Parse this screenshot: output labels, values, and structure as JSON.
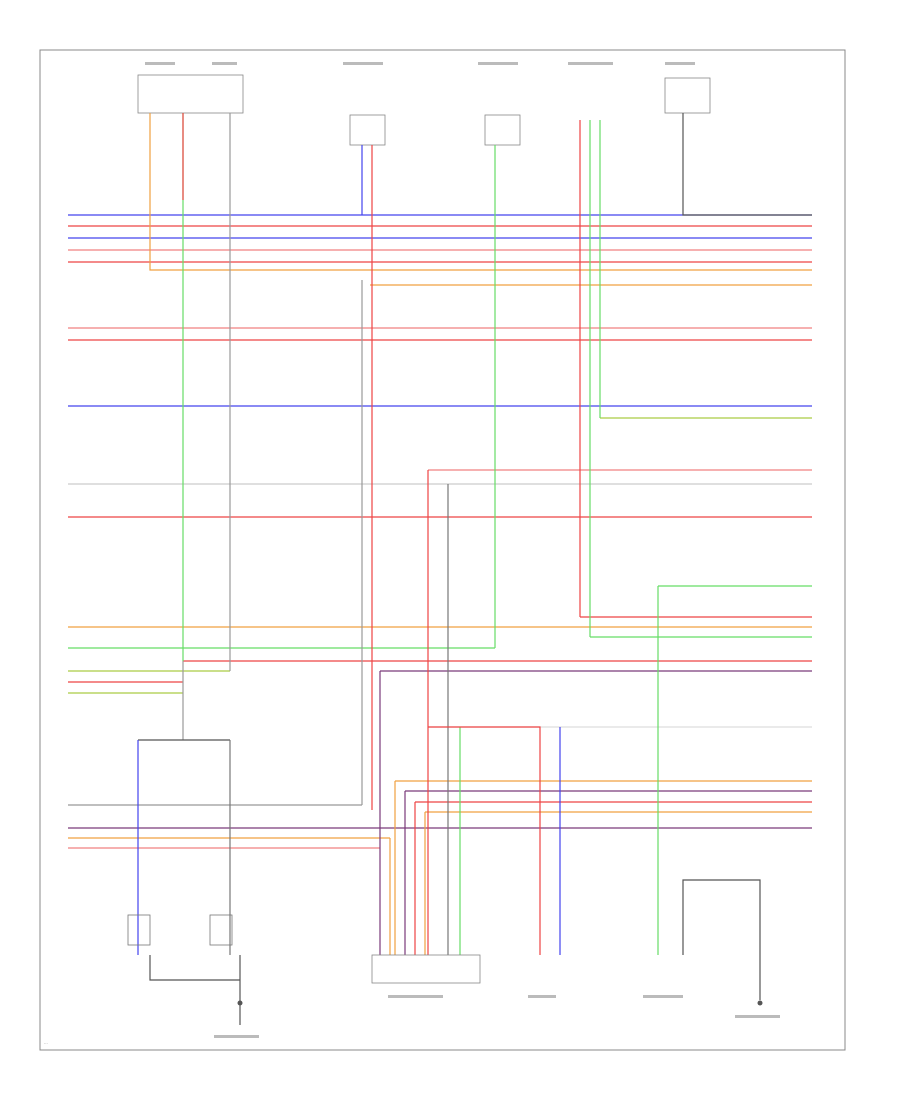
{
  "diagram_code": "...",
  "components": [
    {
      "id": "top-1",
      "label": "..."
    },
    {
      "id": "top-2",
      "label": "..."
    },
    {
      "id": "top-3",
      "label": "..."
    },
    {
      "id": "top-4",
      "label": "..."
    },
    {
      "id": "top-5",
      "label": "..."
    },
    {
      "id": "top-6",
      "label": "..."
    },
    {
      "id": "bottom-switch-1",
      "label": "..."
    },
    {
      "id": "bottom-switch-2",
      "label": "..."
    },
    {
      "id": "bottom-tcm",
      "label": "..."
    },
    {
      "id": "bottom-sensor",
      "label": "..."
    },
    {
      "id": "bottom-module",
      "label": "..."
    },
    {
      "id": "bottom-ground",
      "label": "..."
    }
  ],
  "wire_colors": {
    "blue": "#4444ee",
    "red": "#ee4444",
    "pink": "#f08080",
    "orange": "#f0a040",
    "green": "#66dd66",
    "purple": "#7a3a7a",
    "gray": "#999999",
    "yellow_green": "#aacc44"
  },
  "page_marker": "..."
}
